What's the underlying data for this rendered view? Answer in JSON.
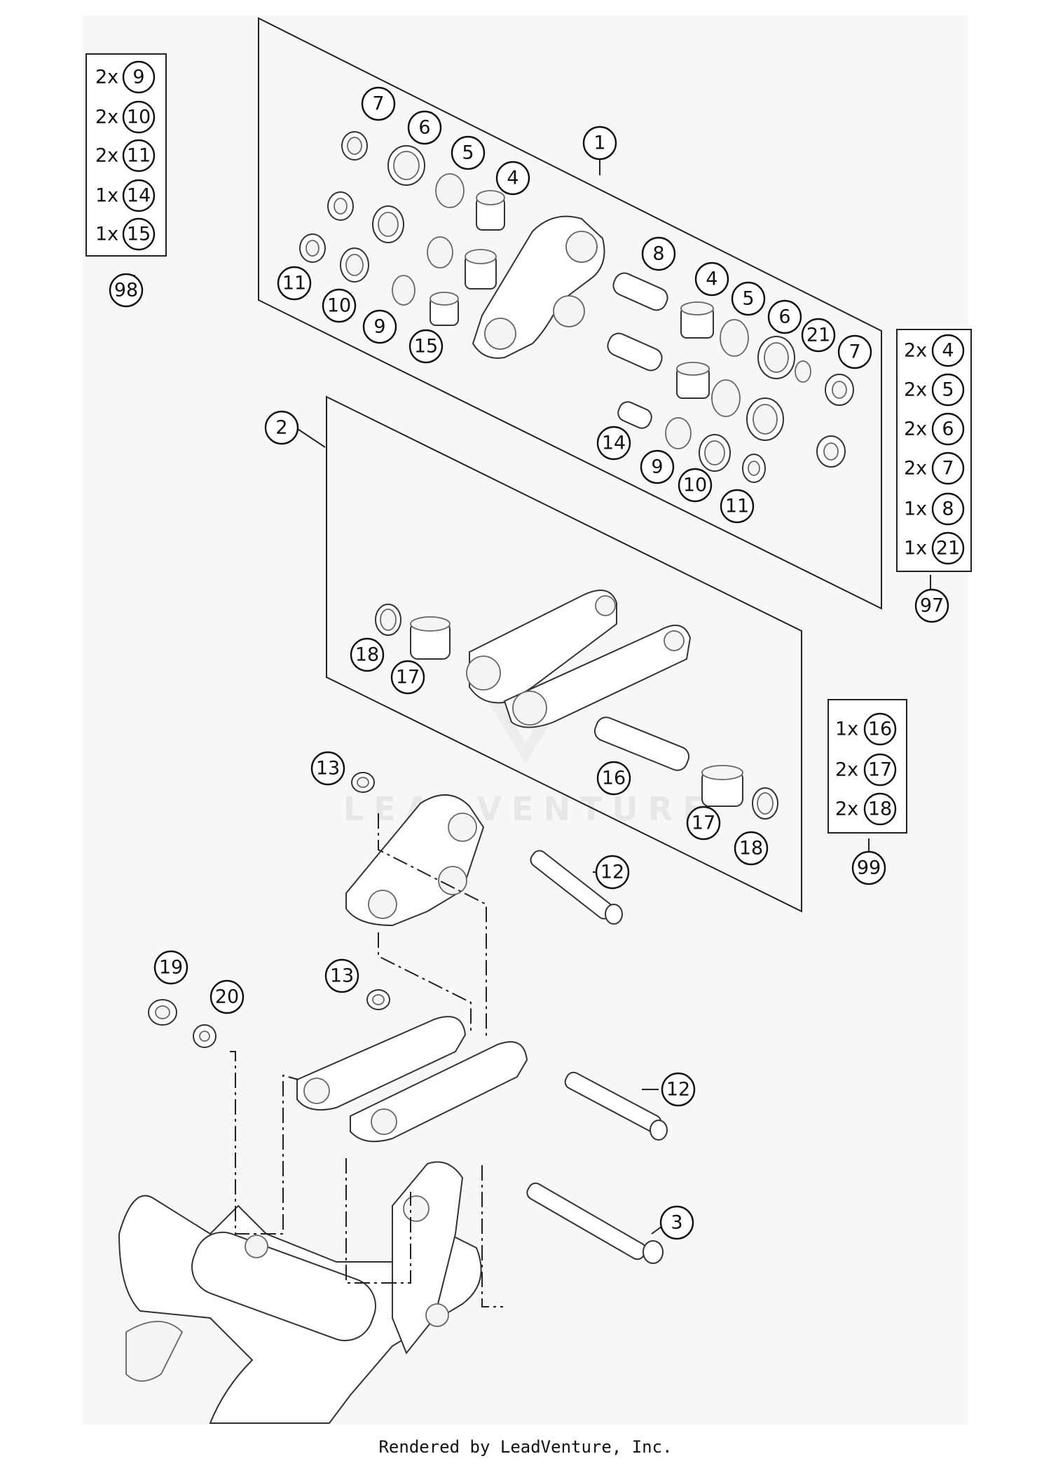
{
  "footer": "Rendered by LeadVenture, Inc.",
  "watermark": "LEADVENTURE",
  "kits": {
    "k98": {
      "label": "98",
      "items": [
        {
          "qty": "2x",
          "part": "9"
        },
        {
          "qty": "2x",
          "part": "10"
        },
        {
          "qty": "2x",
          "part": "11"
        },
        {
          "qty": "1x",
          "part": "14"
        },
        {
          "qty": "1x",
          "part": "15"
        }
      ]
    },
    "k97": {
      "label": "97",
      "items": [
        {
          "qty": "2x",
          "part": "4"
        },
        {
          "qty": "2x",
          "part": "5"
        },
        {
          "qty": "2x",
          "part": "6"
        },
        {
          "qty": "2x",
          "part": "7"
        },
        {
          "qty": "1x",
          "part": "8"
        },
        {
          "qty": "1x",
          "part": "21"
        }
      ]
    },
    "k99": {
      "label": "99",
      "items": [
        {
          "qty": "1x",
          "part": "16"
        },
        {
          "qty": "2x",
          "part": "17"
        },
        {
          "qty": "2x",
          "part": "18"
        }
      ]
    }
  },
  "callouts": [
    "1",
    "2",
    "3",
    "4",
    "5",
    "6",
    "7",
    "8",
    "9",
    "10",
    "11",
    "12",
    "13",
    "14",
    "15",
    "16",
    "17",
    "18",
    "19",
    "20",
    "21"
  ]
}
